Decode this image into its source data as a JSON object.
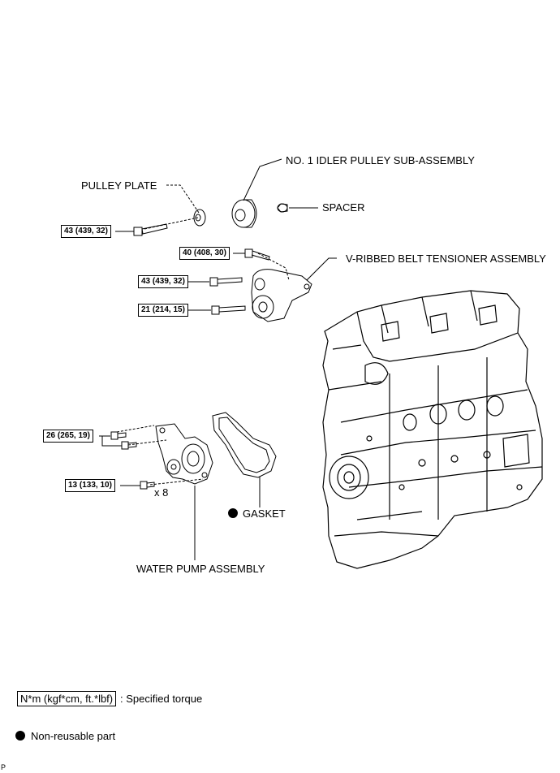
{
  "labels": {
    "idler_pulley": "NO. 1 IDLER PULLEY SUB-ASSEMBLY",
    "pulley_plate": "PULLEY PLATE",
    "spacer": "SPACER",
    "tensioner": "V-RIBBED BELT TENSIONER ASSEMBLY",
    "gasket": "GASKET",
    "water_pump": "WATER PUMP ASSEMBLY",
    "quantity": "x 8"
  },
  "torques": {
    "pulley_plate_bolt": "43 (439, 32)",
    "tensioner_bolt_top": "40 (408, 30)",
    "tensioner_bolt_mid": "43 (439, 32)",
    "tensioner_bolt_low": "21 (214, 15)",
    "water_pump_bolts_a": "26 (265, 19)",
    "water_pump_bolts_b": "13 (133, 10)"
  },
  "legend": {
    "torque_unit": "N*m (kgf*cm, ft.*lbf)",
    "torque_desc": ": Specified torque",
    "nonreusable_desc": "Non-reusable part"
  },
  "footer_code": "P"
}
